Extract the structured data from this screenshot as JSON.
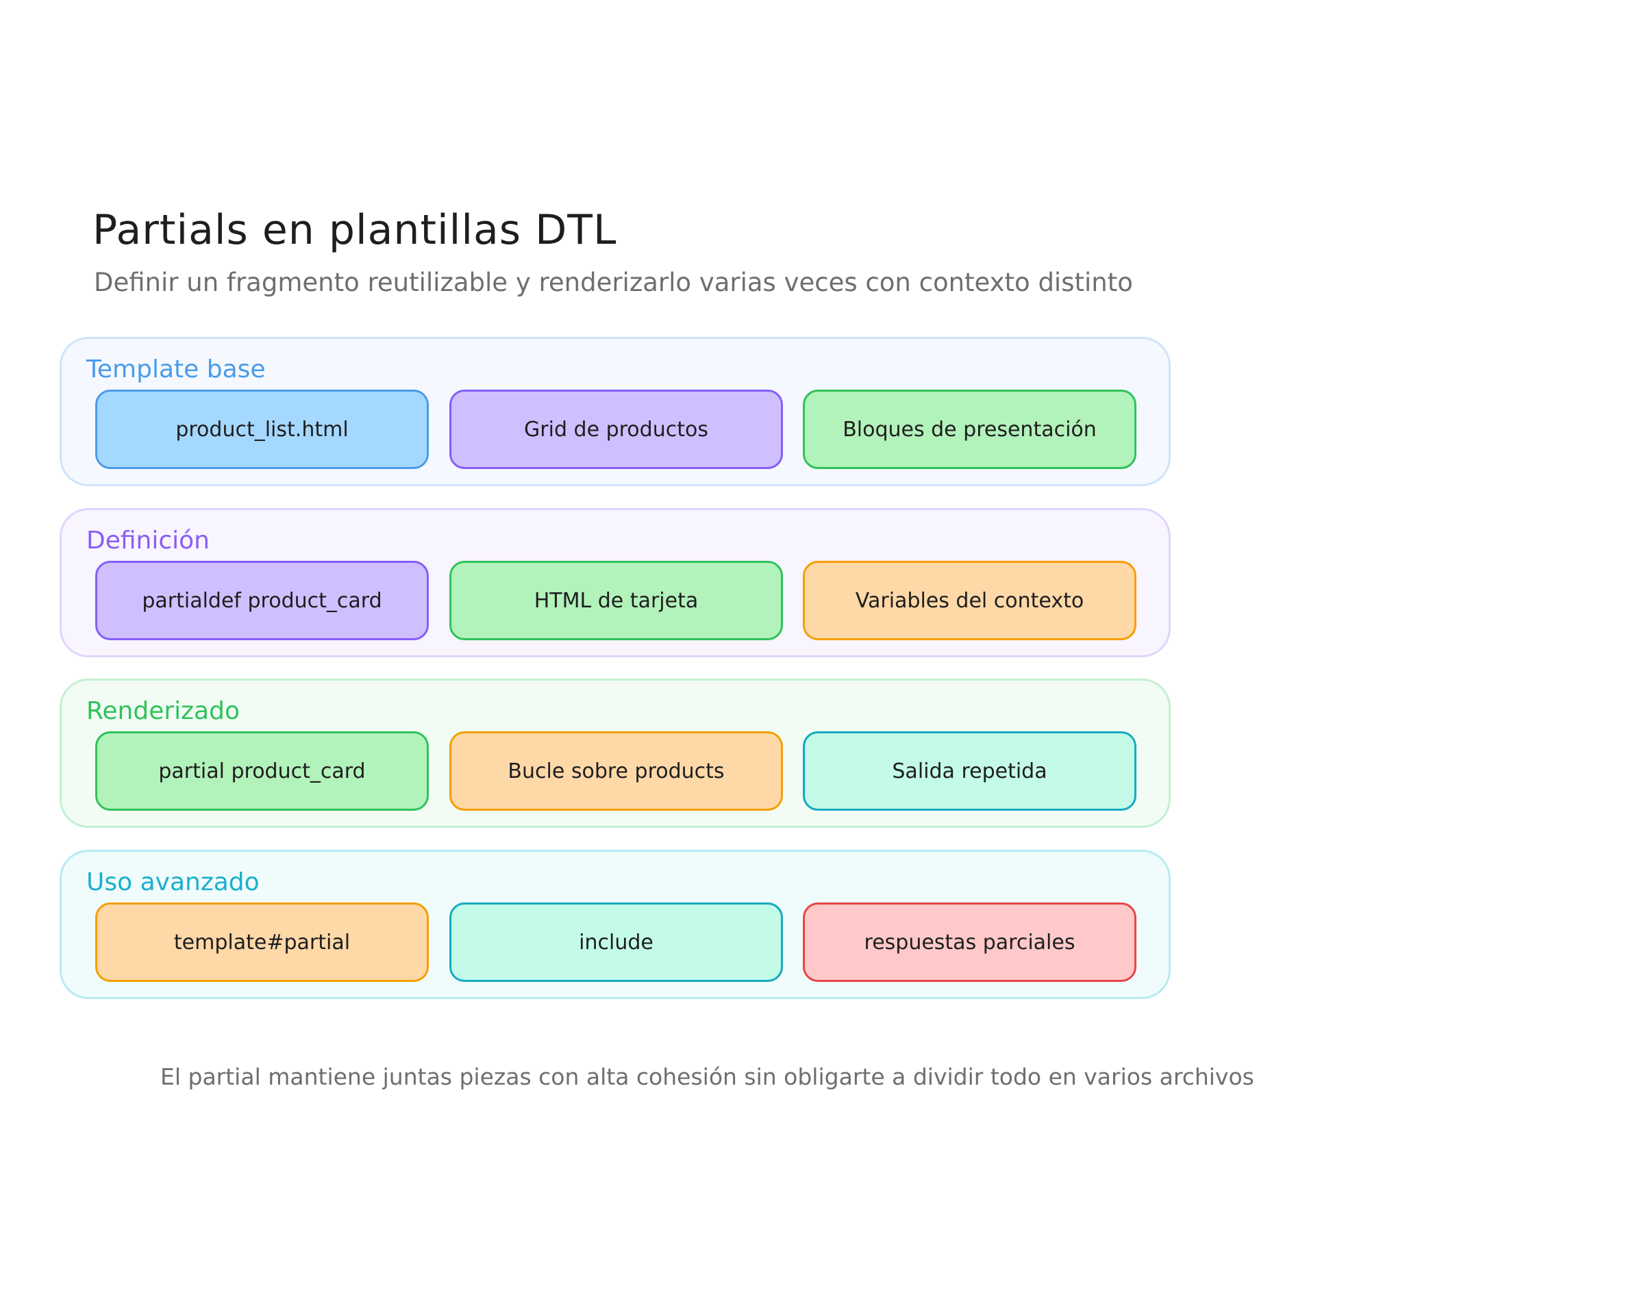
{
  "header": {
    "title": "Partials en plantillas DTL",
    "subtitle": "Definir un fragmento reutilizable y renderizarlo varias veces con contexto distinto"
  },
  "sections": [
    {
      "label": "Template base",
      "label_color": "#4a9be8",
      "cards": [
        {
          "label": "product_list.html",
          "fill": "#a5d8ff",
          "stroke": "#4a9be8"
        },
        {
          "label": "Grid de productos",
          "fill": "#d0bfff",
          "stroke": "#845ef7"
        },
        {
          "label": "Bloques de presentación",
          "fill": "#b2f2bb",
          "stroke": "#2fc25b"
        }
      ]
    },
    {
      "label": "Definición",
      "label_color": "#8b5cf6",
      "cards": [
        {
          "label": "partialdef product_card",
          "fill": "#d0bfff",
          "stroke": "#845ef7"
        },
        {
          "label": "HTML de tarjeta",
          "fill": "#b2f2bb",
          "stroke": "#2fc25b"
        },
        {
          "label": "Variables del contexto",
          "fill": "#ffd8a8",
          "stroke": "#f59f00"
        }
      ]
    },
    {
      "label": "Renderizado",
      "label_color": "#2fc25b",
      "cards": [
        {
          "label": "partial product_card",
          "fill": "#b2f2bb",
          "stroke": "#2fc25b"
        },
        {
          "label": "Bucle sobre products",
          "fill": "#ffd8a8",
          "stroke": "#f59f00"
        },
        {
          "label": "Salida repetida",
          "fill": "#c3fae8",
          "stroke": "#15aabf"
        }
      ]
    },
    {
      "label": "Uso avanzado",
      "label_color": "#1aafcf",
      "cards": [
        {
          "label": "template#partial",
          "fill": "#ffd8a8",
          "stroke": "#f59f00"
        },
        {
          "label": "include",
          "fill": "#c3fae8",
          "stroke": "#15aabf"
        },
        {
          "label": "respuestas parciales",
          "fill": "#ffc9c9",
          "stroke": "#e84545"
        }
      ]
    }
  ],
  "footer": {
    "note": "El partial mantiene juntas piezas con alta cohesión sin obligarte a dividir todo en varios archivos"
  }
}
